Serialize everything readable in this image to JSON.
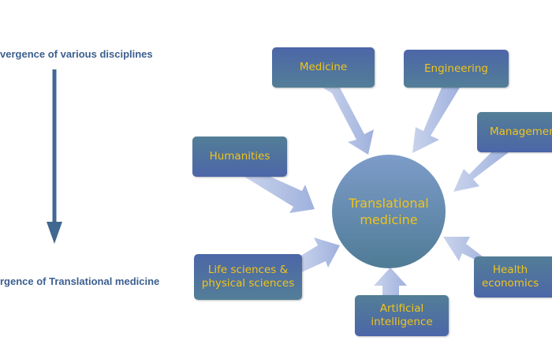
{
  "left": {
    "top_label": "vergence of various disciplines",
    "bottom_label": "rgence of Translational medicine"
  },
  "center": {
    "label_line1": "Translational",
    "label_line2": "medicine"
  },
  "nodes": {
    "medicine": "Medicine",
    "engineering": "Engineering",
    "management": "Managemen",
    "humanities": "Humanities",
    "life_sciences_line1": "Life sciences &",
    "life_sciences_line2": "physical sciences",
    "ai_line1": "Artificial",
    "ai_line2": "intelligence",
    "health_line1": "Health",
    "health_line2": "economics"
  },
  "colors": {
    "text_accent": "#f0c419",
    "box_blue": "#4c66a8",
    "box_teal": "#537e97",
    "arrow_light": "#b7c4e4",
    "side_text": "#3c5f8f"
  }
}
